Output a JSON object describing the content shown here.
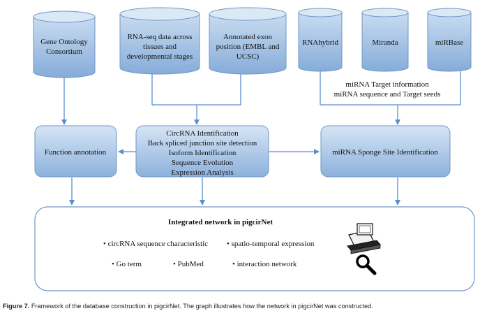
{
  "sources": {
    "gene_ontology": [
      "Gene Ontology",
      "Consortium"
    ],
    "rnaseq": [
      "RNA-seq  data across",
      "tissues and",
      "developmental stages"
    ],
    "exon": [
      "Annotated exon",
      "position (EMBL and",
      "UCSC)"
    ],
    "rnahybrid": "RNAhybrid",
    "miranda": "Miranda",
    "mirbase": "miRBase"
  },
  "mirna_info": [
    "miRNA Target information",
    "miRNA sequence and Target seeds"
  ],
  "processes": {
    "function_annotation": "Function annotation",
    "circrna": [
      "CircRNA Identification",
      "Back spliced junction site detection",
      "Isoform Identification",
      "Sequence Evolution",
      "Expression Analysis"
    ],
    "sponge": "miRNA Sponge Site Identification"
  },
  "network": {
    "title": "Integrated network in pigcirNet",
    "features": [
      "• circRNA sequence characteristic",
      "• spatio-temporal expression",
      "• Go term",
      "• PubMed",
      "• interaction network"
    ]
  },
  "icons": [
    "computer-icon",
    "magnifier-icon"
  ],
  "colors": {
    "box_fill_top": "#cfe0f3",
    "box_fill_bottom": "#8fb3dd",
    "box_stroke": "#6f96c6",
    "arrow": "#5b8ed0"
  },
  "caption": {
    "label": "Figure 7.",
    "text": " Framework of the database construction in pigcirNet. The graph illustrates how the network in pigcirNet was constructed."
  }
}
